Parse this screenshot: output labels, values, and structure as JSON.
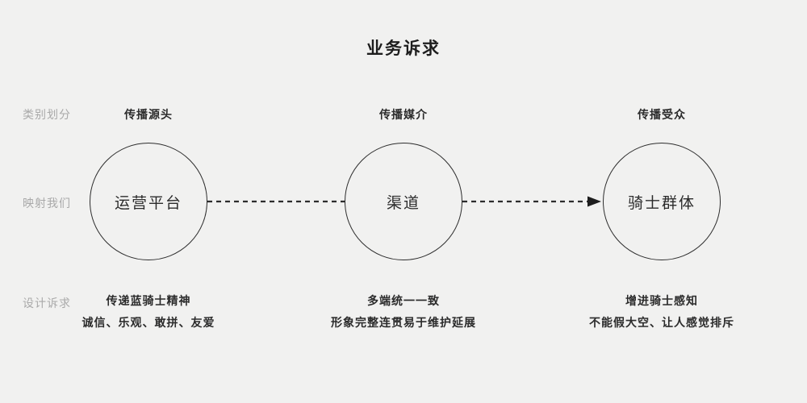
{
  "title": "业务诉求",
  "row_labels": {
    "category": "类别划分",
    "mapping": "映射我们",
    "design": "设计诉求"
  },
  "columns": [
    {
      "category": "传播源头",
      "entity": "运营平台",
      "design_line1": "传递蓝骑士精神",
      "design_line2": "诚信、乐观、敢拼、友爱"
    },
    {
      "category": "传播媒介",
      "entity": "渠道",
      "design_line1": "多端统一一致",
      "design_line2": "形象完整连贯易于维护延展"
    },
    {
      "category": "传播受众",
      "entity": "骑士群体",
      "design_line1": "增进骑士感知",
      "design_line2": "不能假大空、让人感觉排斥"
    }
  ],
  "connectors": [
    {
      "from": "运营平台",
      "to": "渠道",
      "style": "dashed",
      "arrowhead": false
    },
    {
      "from": "渠道",
      "to": "骑士群体",
      "style": "dashed",
      "arrowhead": true
    }
  ],
  "colors": {
    "background": "#f1f1f0",
    "text_dark": "#1d1d1d",
    "text_gray": "#a9a9a9",
    "stroke": "#2d2d2d"
  }
}
